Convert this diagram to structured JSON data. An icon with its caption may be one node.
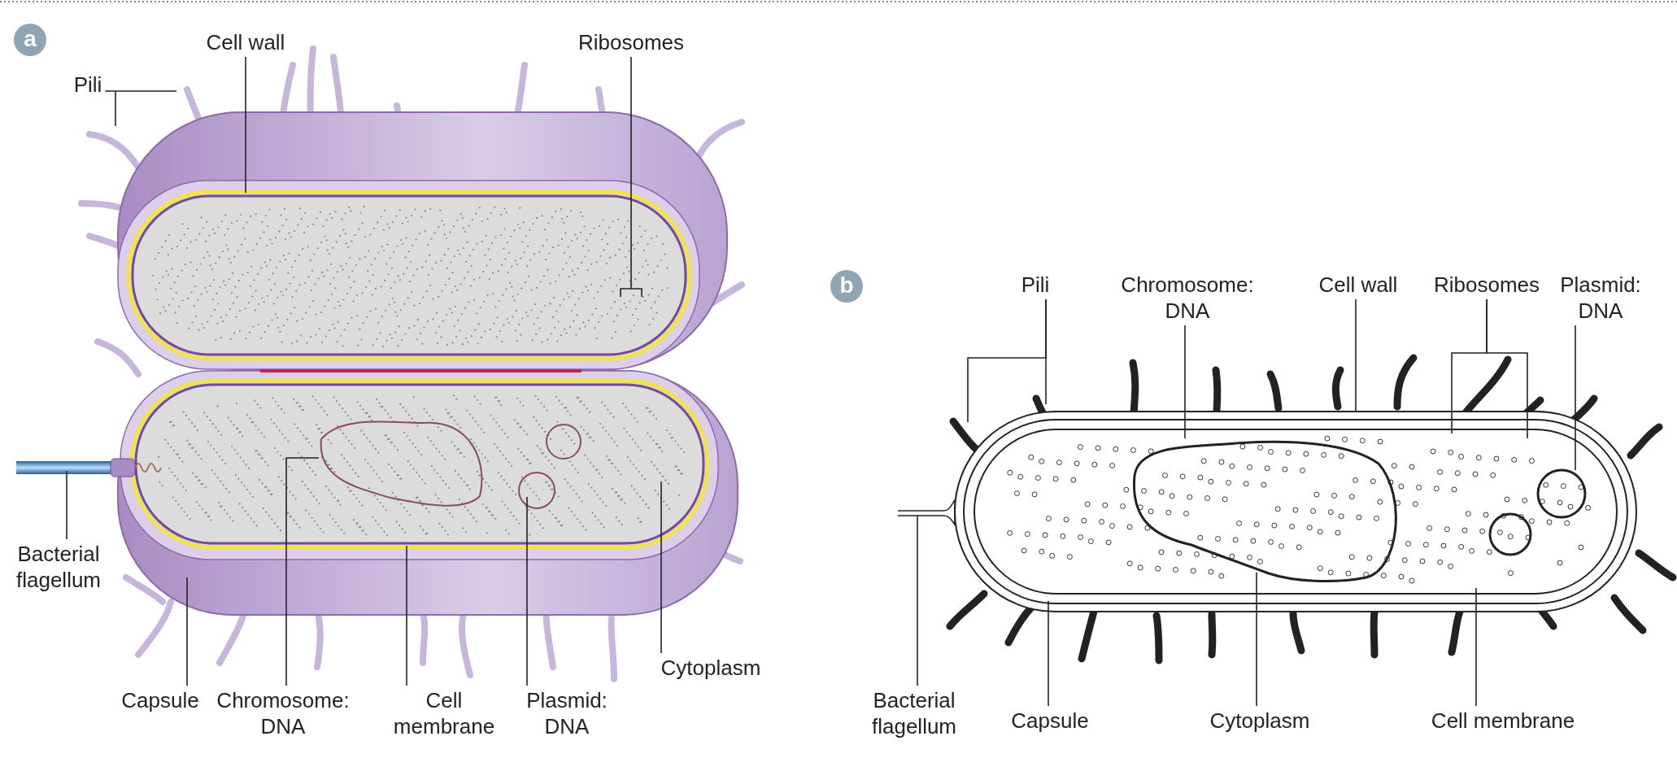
{
  "diagram": {
    "nodes": [
      {
        "text": [
          "Cell wall"
        ]
      },
      {
        "text": [
          "Ribosomes"
        ]
      },
      {
        "text": [
          "Pili"
        ]
      },
      {
        "text": [
          "Bacterial flagellum"
        ]
      },
      {
        "text": [
          "Cytoplasm"
        ]
      },
      {
        "text": [
          "Capsule"
        ]
      },
      {
        "text": [
          "Chromosome: DNA"
        ]
      },
      {
        "text": [
          "Cell membrane"
        ]
      },
      {
        "text": [
          "Plasmid: DNA"
        ]
      },
      {
        "text": [
          "Pili"
        ]
      },
      {
        "text": [
          "Chromosome: DNA"
        ]
      },
      {
        "text": [
          "Cell wall"
        ]
      },
      {
        "text": [
          "Ribosomes"
        ]
      },
      {
        "text": [
          "Plasmid: DNA"
        ]
      },
      {
        "text": [
          "Bacterial flagellum"
        ]
      },
      {
        "text": [
          "Capsule"
        ]
      },
      {
        "text": [
          "Cytoplasm"
        ]
      },
      {
        "text": [
          "Cell membrane"
        ]
      }
    ],
    "edges": [
      {
        "from": 0,
        "to": null,
        "arrow": "none"
      },
      {
        "from": 1,
        "to": null,
        "arrow": "none"
      },
      {
        "from": 2,
        "to": null,
        "arrow": "none"
      },
      {
        "from": 3,
        "to": null,
        "arrow": "none"
      },
      {
        "from": 4,
        "to": null,
        "arrow": "none"
      },
      {
        "from": 5,
        "to": null,
        "arrow": "none"
      },
      {
        "from": 6,
        "to": null,
        "arrow": "none"
      },
      {
        "from": 7,
        "to": null,
        "arrow": "none"
      },
      {
        "from": 8,
        "to": null,
        "arrow": "none"
      },
      {
        "from": 9,
        "to": null,
        "arrow": "none"
      },
      {
        "from": 9,
        "to": null,
        "arrow": "none"
      },
      {
        "from": 10,
        "to": null,
        "arrow": "none"
      },
      {
        "from": 11,
        "to": null,
        "arrow": "none"
      },
      {
        "from": 12,
        "to": null,
        "arrow": "none"
      },
      {
        "from": 12,
        "to": null,
        "arrow": "none"
      },
      {
        "from": 13,
        "to": null,
        "arrow": "none"
      },
      {
        "from": 14,
        "to": null,
        "arrow": "none"
      },
      {
        "from": 15,
        "to": null,
        "arrow": "none"
      },
      {
        "from": 16,
        "to": null,
        "arrow": "none"
      },
      {
        "from": 17,
        "to": null,
        "arrow": "none"
      }
    ],
    "labels": [
      "a",
      "b"
    ]
  }
}
